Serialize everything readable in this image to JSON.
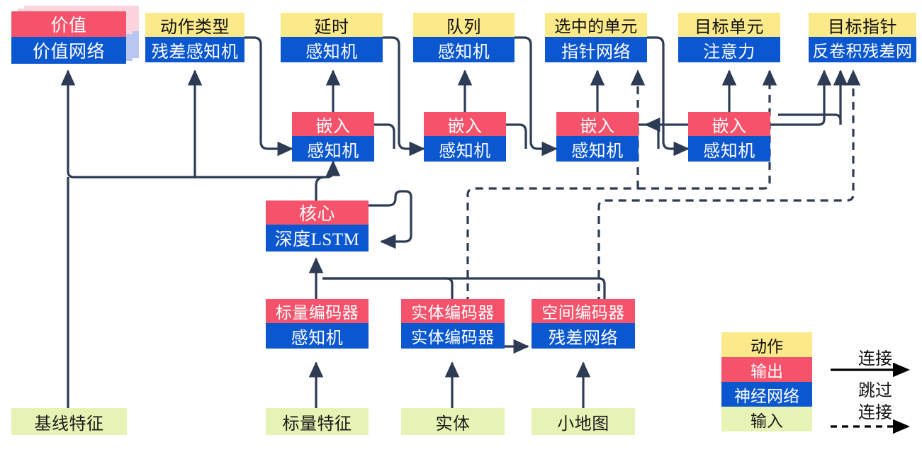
{
  "diagram": {
    "title": "AlphaStar-style policy network architecture (Chinese labels)",
    "colors": {
      "action": "#FBE98A",
      "output": "#F4536B",
      "network": "#0B57D0",
      "input": "#E7F3B4",
      "wire": "#2E3B55",
      "text_dark": "#111111",
      "text_light": "#FFFFFF"
    },
    "nodes": {
      "value_head": {
        "top": "价值",
        "bottom": "价值网络"
      },
      "action_type": {
        "top": "动作类型",
        "bottom": "残差感知机"
      },
      "delay": {
        "top": "延时",
        "bottom": "感知机"
      },
      "queue": {
        "top": "队列",
        "bottom": "感知机"
      },
      "selected_units": {
        "top": "选中的单元",
        "bottom": "指针网络"
      },
      "target_unit": {
        "top": "目标单元",
        "bottom": "注意力"
      },
      "target_point": {
        "top": "目标指针",
        "bottom": "反卷积残差网"
      },
      "embed_delay": {
        "top": "嵌入",
        "bottom": "感知机"
      },
      "embed_queue": {
        "top": "嵌入",
        "bottom": "感知机"
      },
      "embed_selected": {
        "top": "嵌入",
        "bottom": "感知机"
      },
      "embed_target": {
        "top": "嵌入",
        "bottom": "感知机"
      },
      "core": {
        "top": "核心",
        "bottom": "深度LSTM"
      },
      "scalar_encoder": {
        "top": "标量编码器",
        "bottom": "感知机"
      },
      "entity_encoder": {
        "top": "实体编码器",
        "bottom": "实体编码器"
      },
      "spatial_encoder": {
        "top": "空间编码器",
        "bottom": "残差网络"
      }
    },
    "inputs": {
      "baseline_features": "基线特征",
      "scalar_features": "标量特征",
      "entities": "实体",
      "minimap": "小地图"
    },
    "legend": {
      "swatches": [
        {
          "label": "动作",
          "kind": "action"
        },
        {
          "label": "输出",
          "kind": "output"
        },
        {
          "label": "神经网络",
          "kind": "network"
        },
        {
          "label": "输入",
          "kind": "input"
        }
      ],
      "connection_label": "连接",
      "skip_label_line1": "跳过",
      "skip_label_line2": "连接"
    }
  }
}
